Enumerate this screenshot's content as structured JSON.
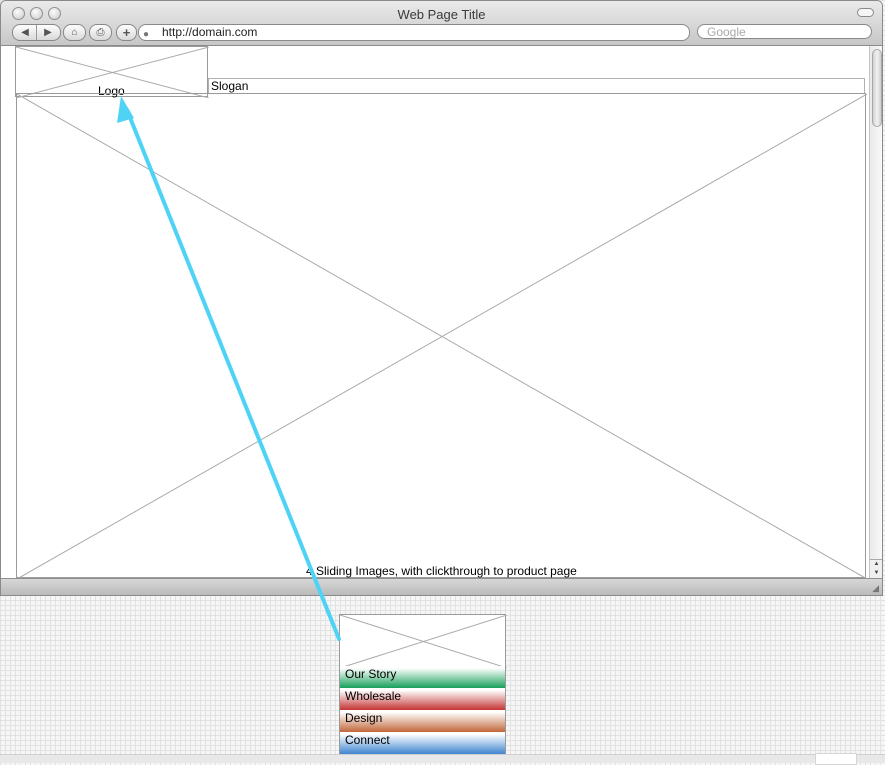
{
  "browser": {
    "title": "Web Page Title",
    "url": "http://domain.com",
    "search_placeholder": "Google",
    "buttons": {
      "back": "◀",
      "forward": "▶",
      "home": "⌂",
      "print": "⎙",
      "add": "+"
    }
  },
  "page": {
    "logo_label": "Logo",
    "slogan_label": "Slogan",
    "slider_caption": "4 Sliding Images, with clickthrough to product page"
  },
  "navigation": {
    "items": [
      {
        "label": "Our Story",
        "color_top": "#ffffff",
        "color_bottom": "#16a05a"
      },
      {
        "label": "Wholesale",
        "color_top": "#ffffff",
        "color_bottom": "#c43434"
      },
      {
        "label": "Design",
        "color_top": "#ffffff",
        "color_bottom": "#c2673c"
      },
      {
        "label": "Connect",
        "color_top": "#ffffff",
        "color_bottom": "#3f85d0"
      }
    ]
  },
  "annotation": {
    "arrow_color": "#4fd3f5"
  }
}
